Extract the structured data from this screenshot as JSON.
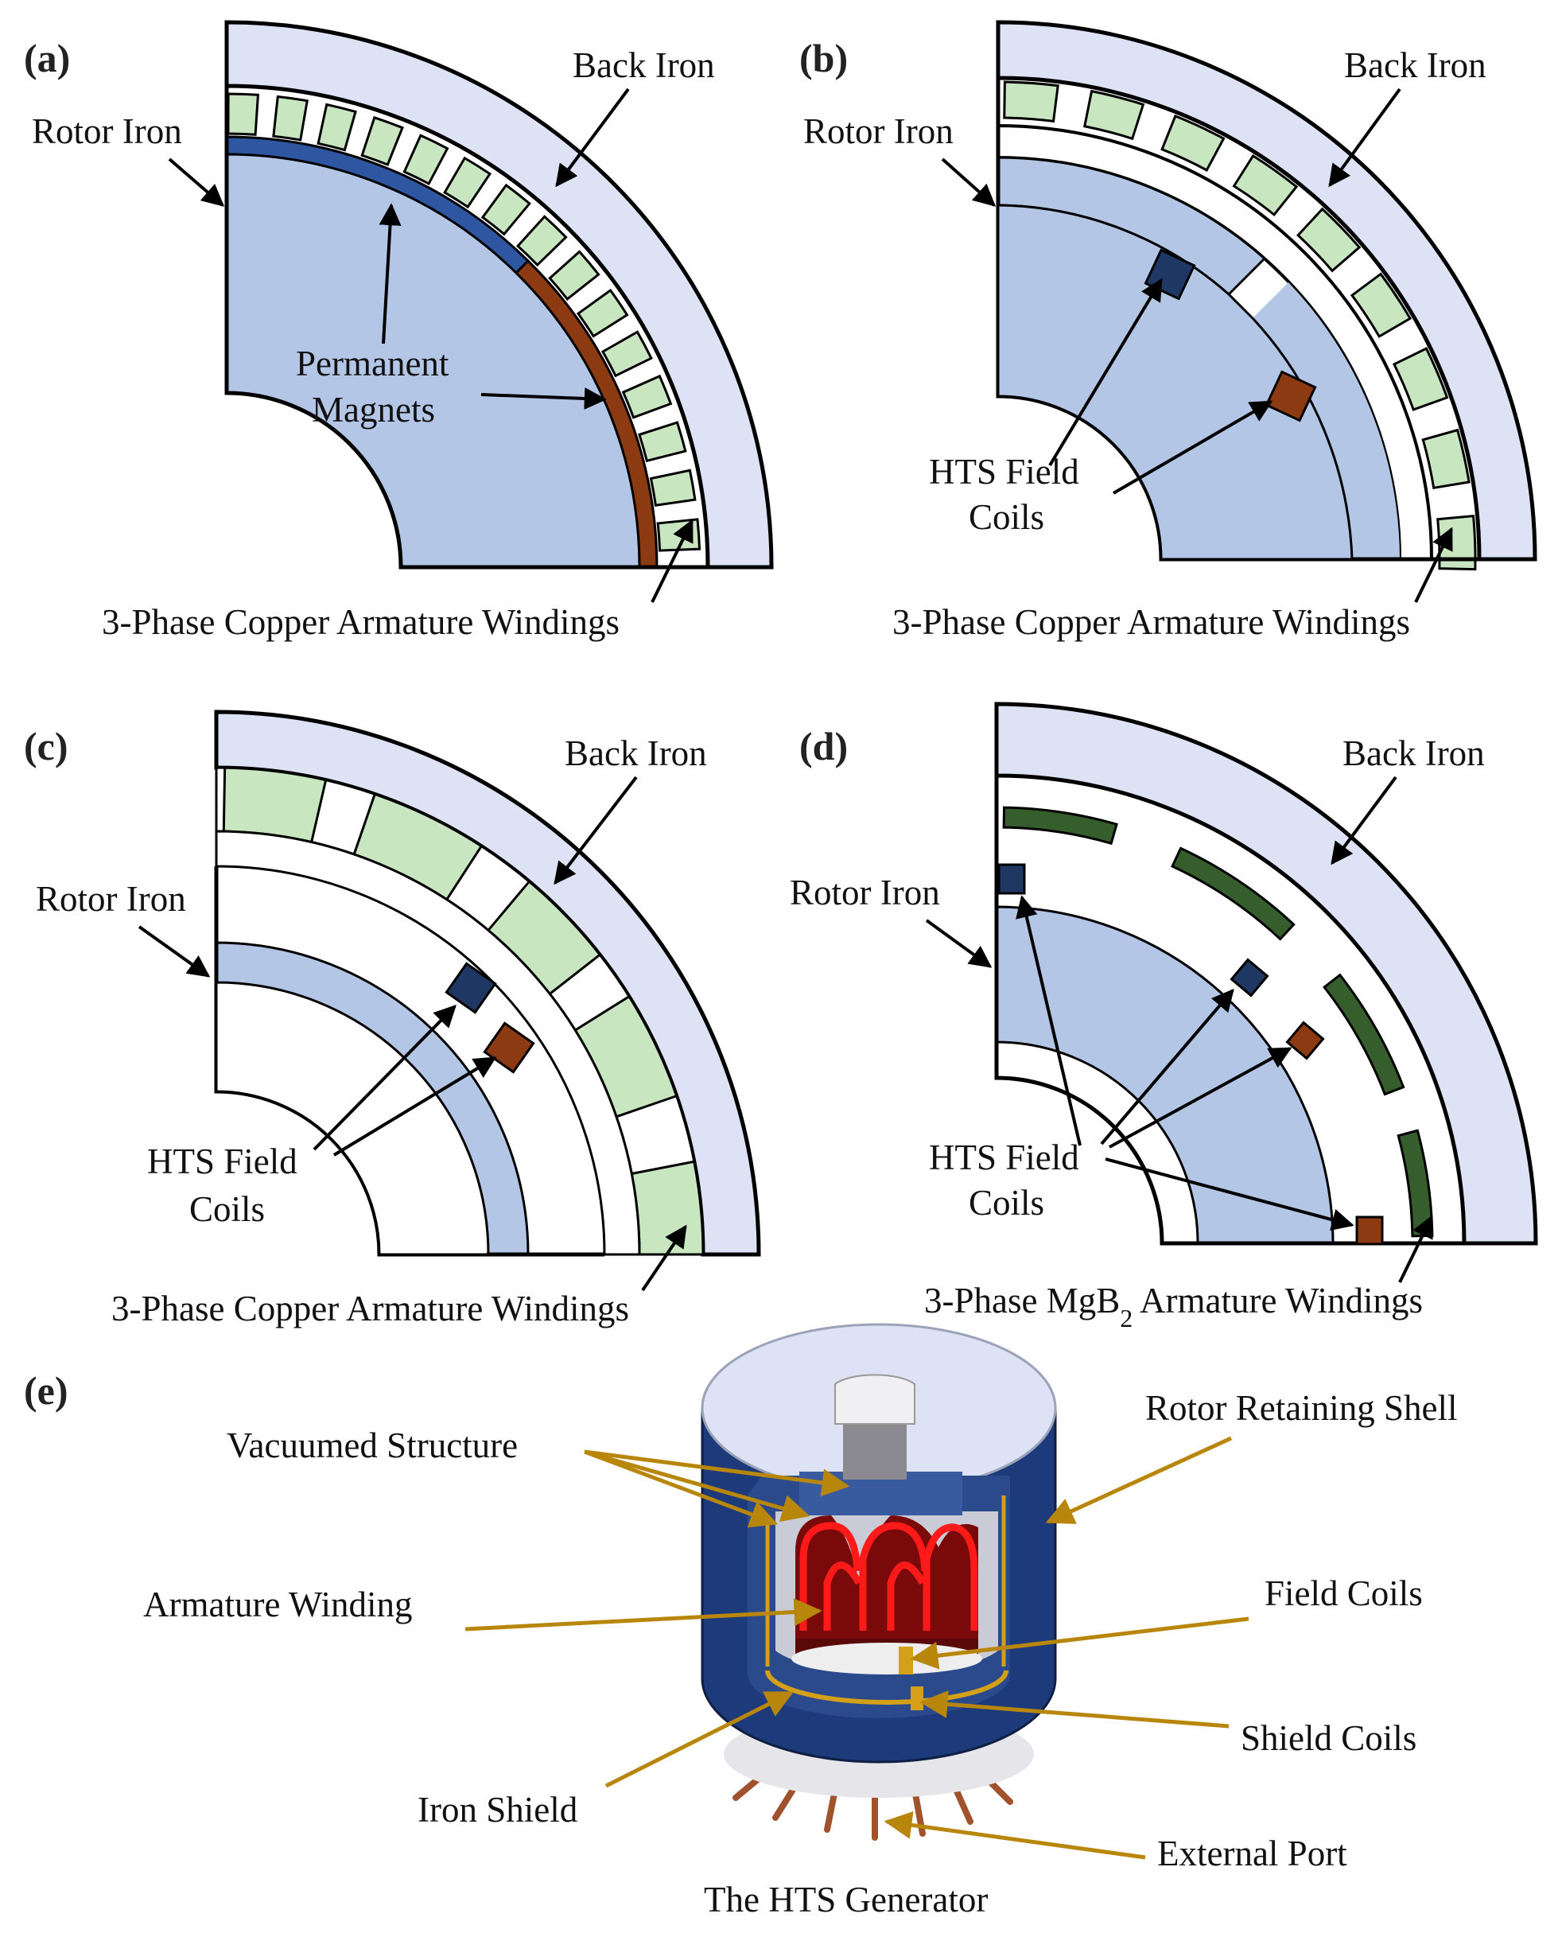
{
  "panels": {
    "a": {
      "letter": "(a)",
      "back_iron": "Back Iron",
      "rotor_iron": "Rotor Iron",
      "magnets_line1": "Permanent",
      "magnets_line2": "Magnets",
      "windings": "3-Phase Copper Armature Windings"
    },
    "b": {
      "letter": "(b)",
      "back_iron": "Back Iron",
      "rotor_iron": "Rotor Iron",
      "coils_line1": "HTS Field",
      "coils_line2": "Coils",
      "windings": "3-Phase Copper Armature Windings"
    },
    "c": {
      "letter": "(c)",
      "back_iron": "Back Iron",
      "rotor_iron": "Rotor Iron",
      "coils_line1": "HTS Field",
      "coils_line2": "Coils",
      "windings": "3-Phase Copper Armature Windings"
    },
    "d": {
      "letter": "(d)",
      "back_iron": "Back Iron",
      "rotor_iron": "Rotor Iron",
      "coils_line1": "HTS Field",
      "coils_line2": "Coils",
      "windings_pre": "3-Phase MgB",
      "windings_sub": "2",
      "windings_post": " Armature Windings"
    },
    "e": {
      "letter": "(e)",
      "vacuumed": "Vacuumed Structure",
      "retaining": "Rotor Retaining Shell",
      "armature": "Armature Winding",
      "field_coils": "Field Coils",
      "shield_coils": "Shield Coils",
      "iron_shield": "Iron Shield",
      "external_port": "External Port",
      "caption": "The HTS Generator"
    }
  },
  "colors": {
    "back_iron": "#dde3f4",
    "rotor_iron": "#b4c6e6",
    "copper_winding": "#c8e6c0",
    "mgb2_winding": "#355e2c",
    "magnet_blue": "#2f56a0",
    "magnet_brown": "#8b3a12",
    "coil_navy": "#1f3763",
    "coil_brown": "#8b3a12",
    "generator_body": "#1d3a7a",
    "generator_top": "#dde3f4",
    "field_red": "#e01010",
    "leader_gold": "#b8860b"
  }
}
